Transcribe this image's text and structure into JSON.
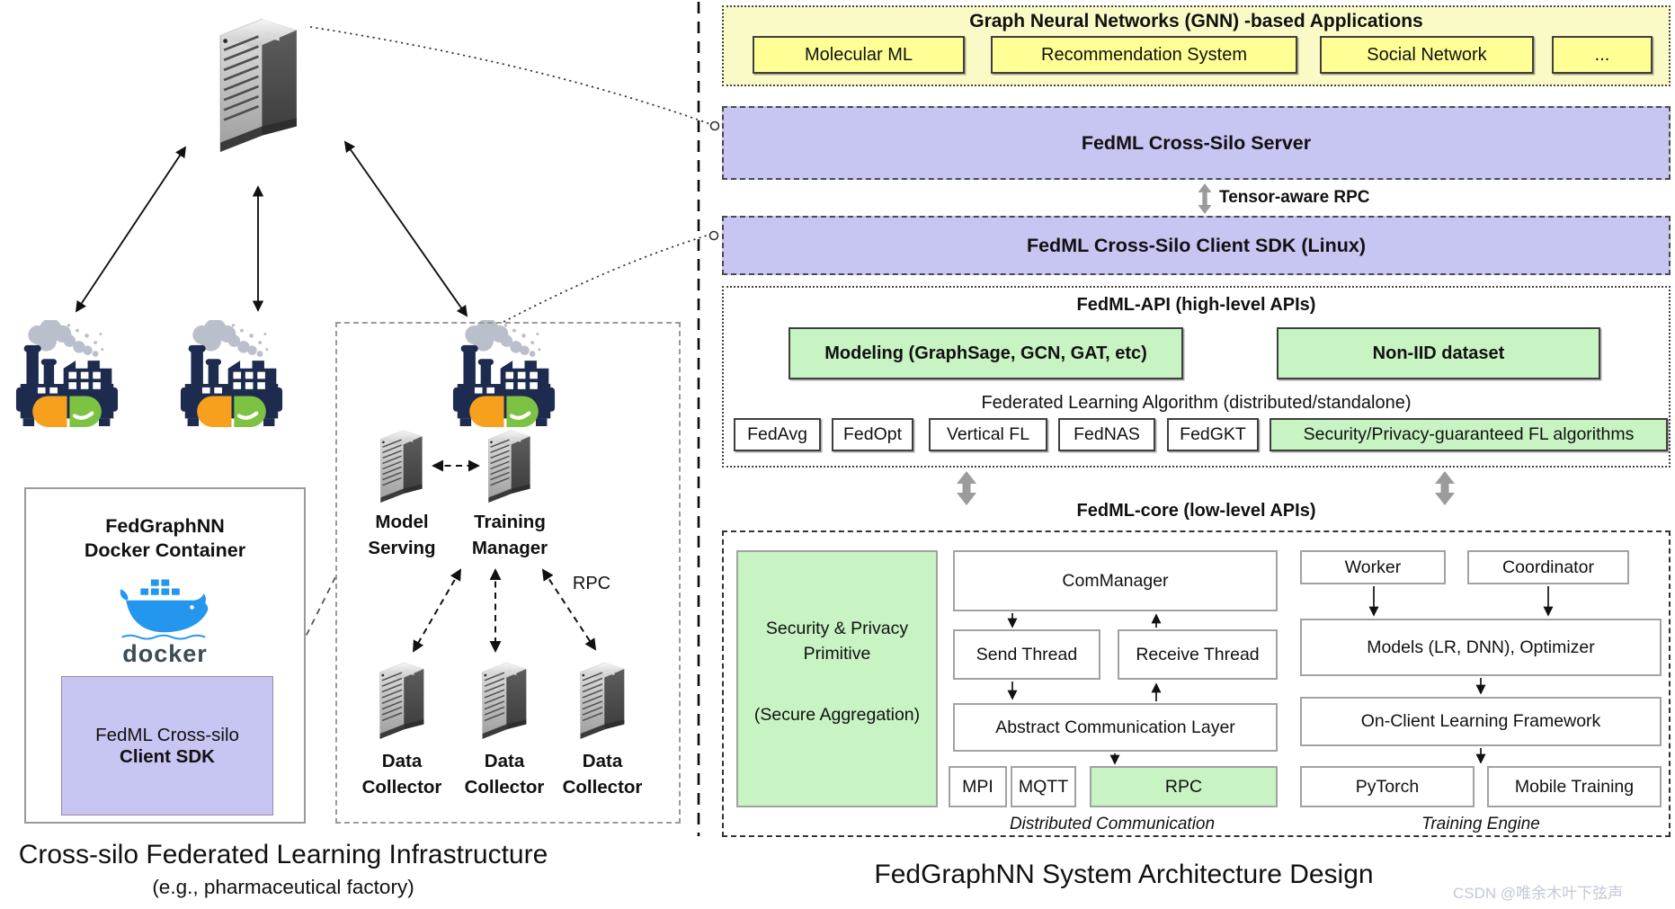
{
  "colors": {
    "yellow_bg": "#FAFAC6",
    "yellow_item": "#FFFF96",
    "purple": "#C7C5F2",
    "green": "#C8F3C3",
    "factory_navy": "#1C2B4E",
    "pill_orange": "#F6A01E",
    "pill_green": "#7DC242",
    "docker_blue": "#2496ED",
    "watermark_gray": "#C3C7DA"
  },
  "left": {
    "caption_title": "Cross-silo Federated Learning Infrastructure",
    "caption_subtitle": "(e.g., pharmaceutical factory)",
    "docker_container": {
      "title_line1": "FedGraphNN",
      "title_line2": "Docker Container",
      "docker_wordmark": "docker",
      "sdk_line1": "FedML Cross-silo",
      "sdk_line2": "Client SDK"
    },
    "cluster": {
      "model_serving_line1": "Model",
      "model_serving_line2": "Serving",
      "training_manager_line1": "Training",
      "training_manager_line2": "Manager",
      "rpc_label": "RPC",
      "data_collector_line1": "Data",
      "data_collector_line2": "Collector"
    }
  },
  "right": {
    "apps": {
      "title": "Graph Neural Networks (GNN) -based Applications",
      "items": [
        "Molecular ML",
        "Recommendation System",
        "Social Network",
        "..."
      ]
    },
    "server_box_label": "FedML Cross-Silo Server",
    "tensor_rpc_label": "Tensor-aware RPC",
    "client_sdk_box_label": "FedML Cross-Silo Client SDK (Linux)",
    "api": {
      "title": "FedML-API (high-level APIs)",
      "modeling_label": "Modeling (GraphSage, GCN, GAT, etc)",
      "dataset_label": "Non-IID dataset",
      "fla_title": "Federated Learning Algorithm (distributed/standalone)",
      "algorithms": [
        "FedAvg",
        "FedOpt",
        "Vertical FL",
        "FedNAS",
        "FedGKT"
      ],
      "security_fl_label": "Security/Privacy-guaranteed FL algorithms"
    },
    "core_title": "FedML-core (low-level APIs)",
    "core": {
      "security_line1": "Security & Privacy",
      "security_line2": "Primitive",
      "security_line3": "(Secure Aggregation)",
      "com_manager": "ComManager",
      "send_thread": "Send Thread",
      "receive_thread": "Receive Thread",
      "abstract_layer": "Abstract Communication Layer",
      "mpi": "MPI",
      "mqtt": "MQTT",
      "rpc": "RPC",
      "dist_comm_label": "Distributed Communication",
      "worker": "Worker",
      "coordinator": "Coordinator",
      "models": "Models (LR, DNN), Optimizer",
      "on_client": "On-Client Learning Framework",
      "pytorch": "PyTorch",
      "mobile_training": "Mobile Training",
      "training_engine_label": "Training Engine"
    },
    "caption": "FedGraphNN System Architecture Design"
  },
  "watermark": "CSDN @唯余木叶下弦声"
}
